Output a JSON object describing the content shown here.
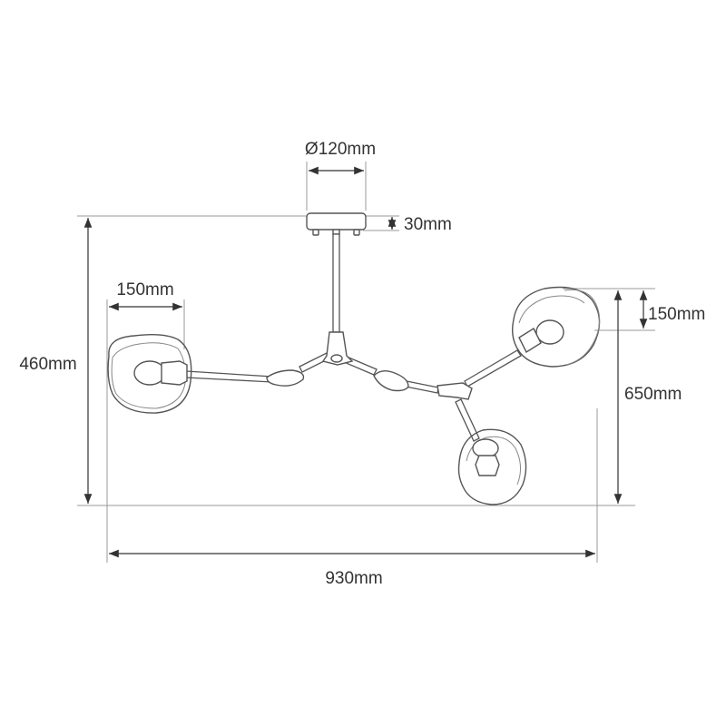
{
  "dimensions": {
    "canopy_diameter": "Ø120mm",
    "canopy_height": "30mm",
    "left_shade_width": "150mm",
    "right_shade_height": "150mm",
    "total_drop_left": "460mm",
    "total_drop_right": "650mm",
    "total_width": "930mm"
  },
  "colors": {
    "line": "#555555",
    "text": "#333333",
    "extension": "#9a9a9a"
  }
}
